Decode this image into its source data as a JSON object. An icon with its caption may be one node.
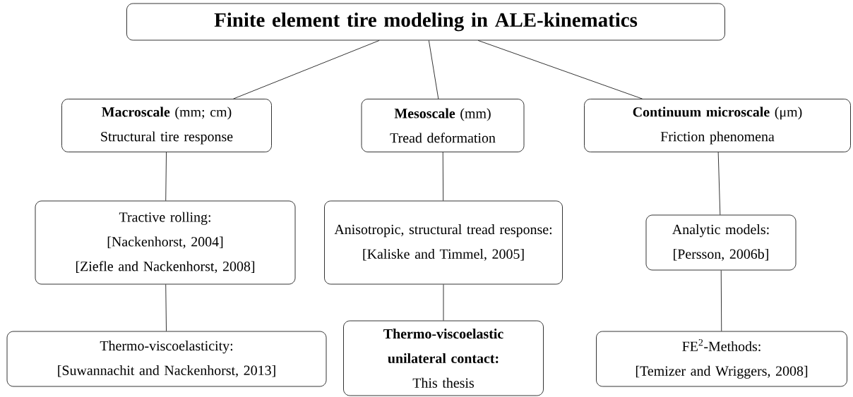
{
  "diagram": {
    "nodes": [
      {
        "text": [
          "Finite element tire modeling in ALE-kinematics"
        ]
      },
      {
        "text": [
          "**Macroscale** (mm; cm)",
          "Structural tire response"
        ]
      },
      {
        "text": [
          "**Mesoscale** (mm)",
          "Tread deformation"
        ]
      },
      {
        "text": [
          "**Continuum microscale** (μm)",
          "Friction phenomena"
        ]
      },
      {
        "text": [
          "Tractive rolling:",
          "[Nackenhorst, 2004]",
          "[Ziefle and Nackenhorst, 2008]"
        ]
      },
      {
        "text": [
          "Anisotropic, structural tread response:",
          "[Kaliske and Timmel, 2005]"
        ]
      },
      {
        "text": [
          "Analytic models:",
          "[Persson, 2006b]"
        ]
      },
      {
        "text": [
          "Thermo-viscoelasticity:",
          "[Suwannachit and Nackenhorst, 2013]"
        ]
      },
      {
        "text": [
          "**Thermo-viscoelastic unilateral contact:**",
          "This thesis"
        ]
      },
      {
        "text": [
          "FE$^{2}$-Methods:",
          "[Temizer and Wriggers, 2008]"
        ]
      }
    ],
    "edges": [
      {
        "from": 0,
        "to": 1,
        "arrow": "none"
      },
      {
        "from": 0,
        "to": 2,
        "arrow": "none"
      },
      {
        "from": 0,
        "to": 3,
        "arrow": "none"
      },
      {
        "from": 1,
        "to": 4,
        "arrow": "none"
      },
      {
        "from": 4,
        "to": 7,
        "arrow": "none"
      },
      {
        "from": 2,
        "to": 5,
        "arrow": "none"
      },
      {
        "from": 5,
        "to": 8,
        "arrow": "none"
      },
      {
        "from": 3,
        "to": 6,
        "arrow": "none"
      },
      {
        "from": 6,
        "to": 9,
        "arrow": "none"
      }
    ]
  }
}
